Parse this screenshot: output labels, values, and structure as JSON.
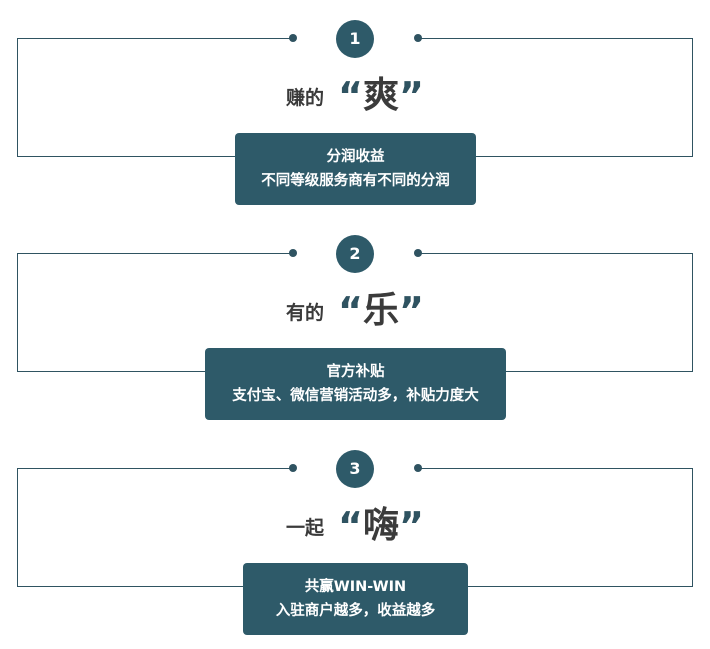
{
  "steps": [
    {
      "number": "1",
      "small": "赚的",
      "open_quote": "“",
      "big": "爽",
      "close_quote": "”",
      "box_line1": "分润收益",
      "box_line2": "不同等级服务商有不同的分润"
    },
    {
      "number": "2",
      "small": "有的",
      "open_quote": "“",
      "big": "乐",
      "close_quote": "”",
      "box_line1": "官方补贴",
      "box_line2": "支付宝、微信营销活动多，补贴力度大"
    },
    {
      "number": "3",
      "small": "一起",
      "open_quote": "“",
      "big": "嗨",
      "close_quote": "”",
      "box_line1": "共赢WIN-WIN",
      "box_line2": "入驻商户越多，收益越多"
    }
  ],
  "colors": {
    "accent": "#2e5a69",
    "line": "#2f5361",
    "text": "#3a3a3a"
  }
}
